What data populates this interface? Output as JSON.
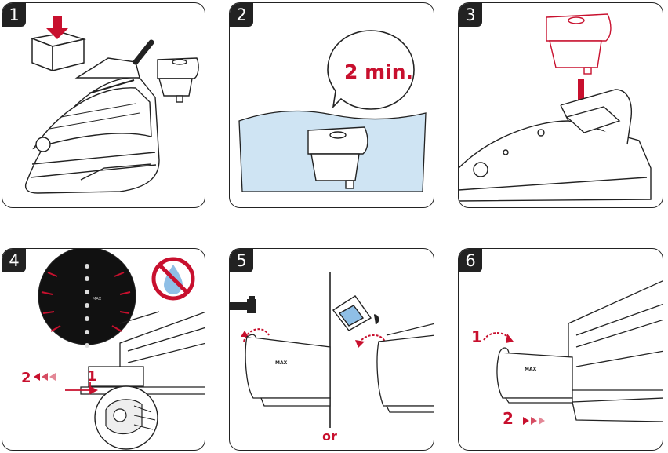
{
  "steps": [
    {
      "number": "1"
    },
    {
      "number": "2",
      "time_label": "2 min."
    },
    {
      "number": "3"
    },
    {
      "number": "4",
      "sub_labels": [
        "2",
        "1"
      ],
      "panel_indicator_text": "MAX"
    },
    {
      "number": "5",
      "separator_label": "or",
      "tank_label": "MAX"
    },
    {
      "number": "6",
      "sub_labels": [
        "1",
        "2"
      ],
      "tank_label": "MAX"
    }
  ],
  "colors": {
    "accent": "#c8102e",
    "water": "#cfe4f3",
    "line": "#222222"
  },
  "icons": [
    "box-up-arrow-icon",
    "iron-icon",
    "cartridge-icon",
    "speech-bubble-icon",
    "down-arrow-icon",
    "prohibited-water-icon",
    "tap-icon",
    "pitcher-icon",
    "chevron-arrows-icon",
    "curved-arrow-icon"
  ]
}
